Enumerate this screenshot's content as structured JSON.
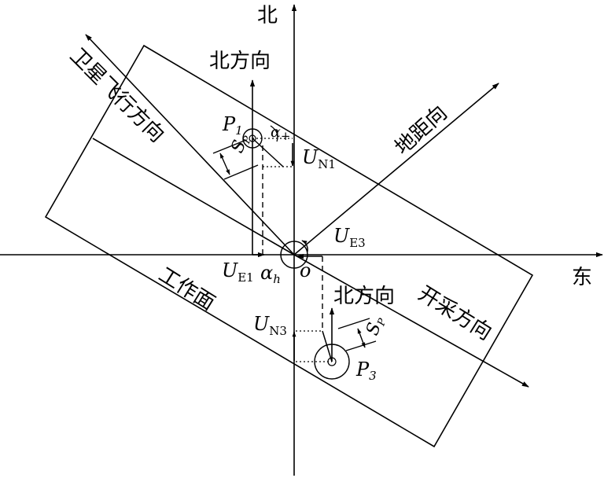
{
  "axes": {
    "north": "北",
    "east": "东"
  },
  "labels": {
    "north_direction_top": "北方向",
    "north_direction_bottom": "北方向",
    "satellite_flight_direction": "卫星飞行方向",
    "ground_range_direction": "地距向",
    "working_face": "工作面",
    "mining_direction": "开采方向",
    "origin": "o",
    "alpha_h_main": "α",
    "alpha_h_sub": "h",
    "alpha_top_main": "α",
    "alpha_top_sub": "+",
    "p1_main": "P",
    "p1_sub": "1",
    "p3_main": "P",
    "p3_sub": "3",
    "sp_main": "S",
    "sp_sub": "P",
    "un1_main": "U",
    "un1_sub": "N1",
    "ue1_main": "U",
    "ue1_sub": "E1",
    "ue3_main": "U",
    "ue3_sub": "E3",
    "un3_main": "U",
    "un3_sub": "N3"
  }
}
